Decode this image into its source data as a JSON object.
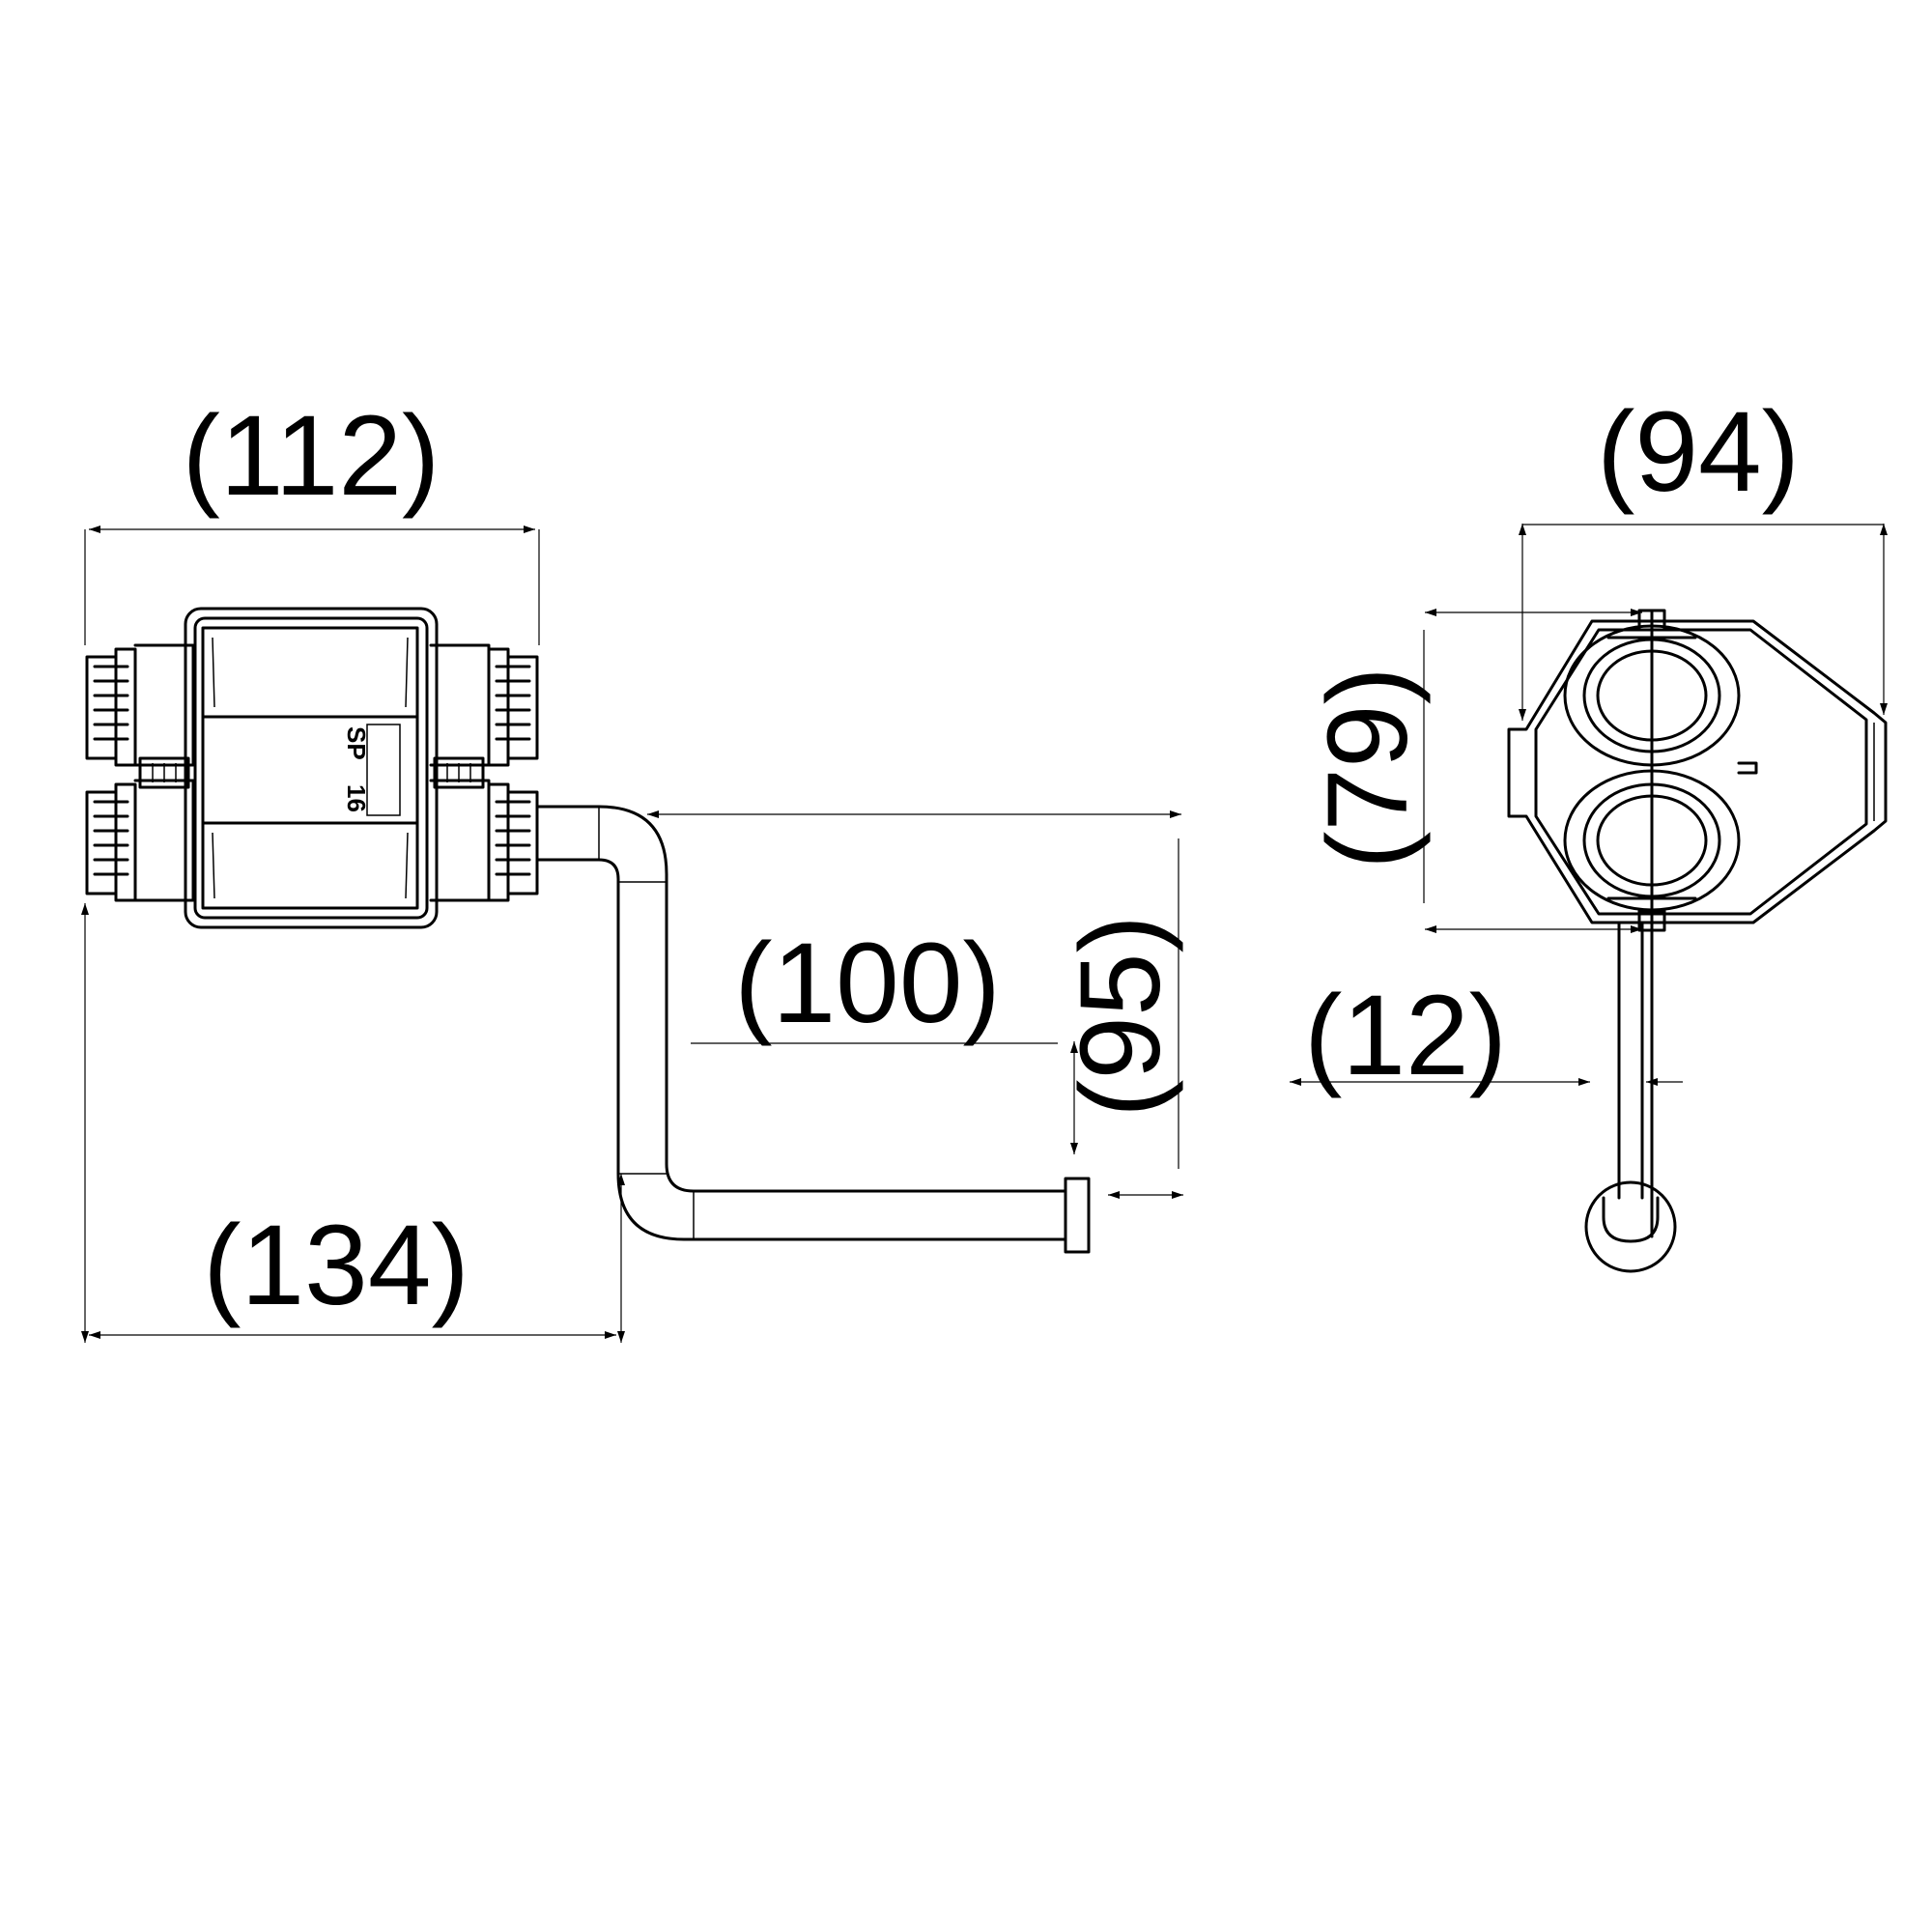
{
  "dimensions": {
    "width_112": "(112)",
    "length_134": "(134)",
    "holder_100": "(100)",
    "drop_95": "(95)",
    "side_94": "(94)",
    "side_79": "(79)",
    "side_12": "(12)"
  },
  "marking": {
    "series": "SP",
    "size": "16"
  }
}
